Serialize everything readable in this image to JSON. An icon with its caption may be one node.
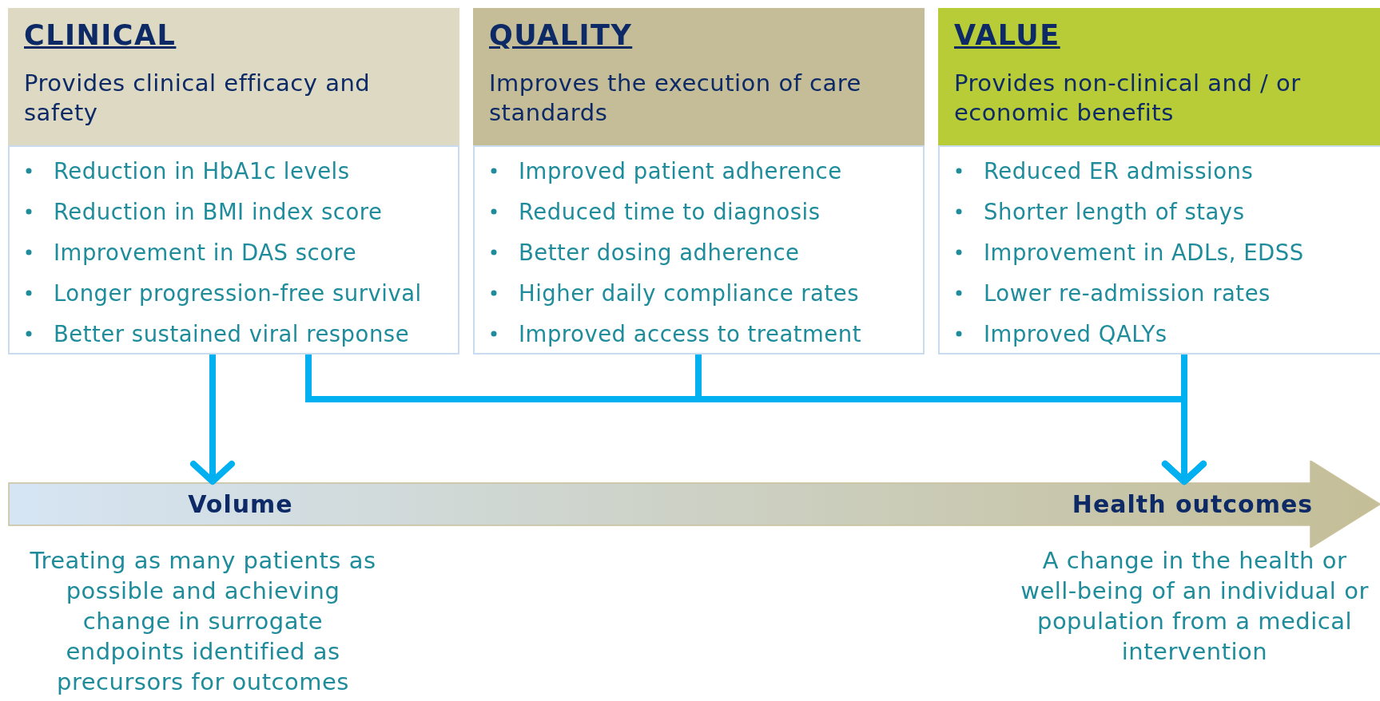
{
  "diagram": {
    "nodes": [
      {
        "text": [
          "CLINICAL",
          "Provides clinical efficacy and safety"
        ]
      },
      {
        "text": [
          "Reduction in HbA1c levels",
          "Reduction in BMI index score",
          "Improvement in DAS score",
          "Longer progression-free survival",
          "Better sustained viral response"
        ]
      },
      {
        "text": [
          "QUALITY",
          "Improves the execution of care standards"
        ]
      },
      {
        "text": [
          "Improved patient adherence",
          "Reduced time to diagnosis",
          "Better dosing adherence",
          "Higher daily compliance rates",
          "Improved access to treatment"
        ]
      },
      {
        "text": [
          "VALUE",
          "Provides non-clinical and / or economic benefits"
        ]
      },
      {
        "text": [
          "Reduced ER admissions",
          "Shorter length of stays",
          "Improvement in ADLs, EDSS",
          "Lower re-admission rates",
          "Improved QALYs"
        ]
      },
      {
        "text": [],
        "shape": "arrow"
      },
      {
        "text": [
          "Volume"
        ],
        "in": 6,
        "beside": [
          "Treating as many patients as possible and achieving change in surrogate endpoints identified as precursors for outcomes"
        ]
      },
      {
        "text": [
          "Health outcomes"
        ],
        "in": 6,
        "beside": [
          "A change in the health or well-being of an individual or population from a medical intervention"
        ]
      }
    ],
    "edges": [
      {
        "from": 1,
        "to": 7,
        "arrow": "to"
      },
      {
        "from": 1,
        "to": 8,
        "arrow": "to"
      },
      {
        "from": 3,
        "to": 8,
        "arrow": "to"
      },
      {
        "from": 5,
        "to": 8,
        "arrow": "to"
      }
    ]
  }
}
